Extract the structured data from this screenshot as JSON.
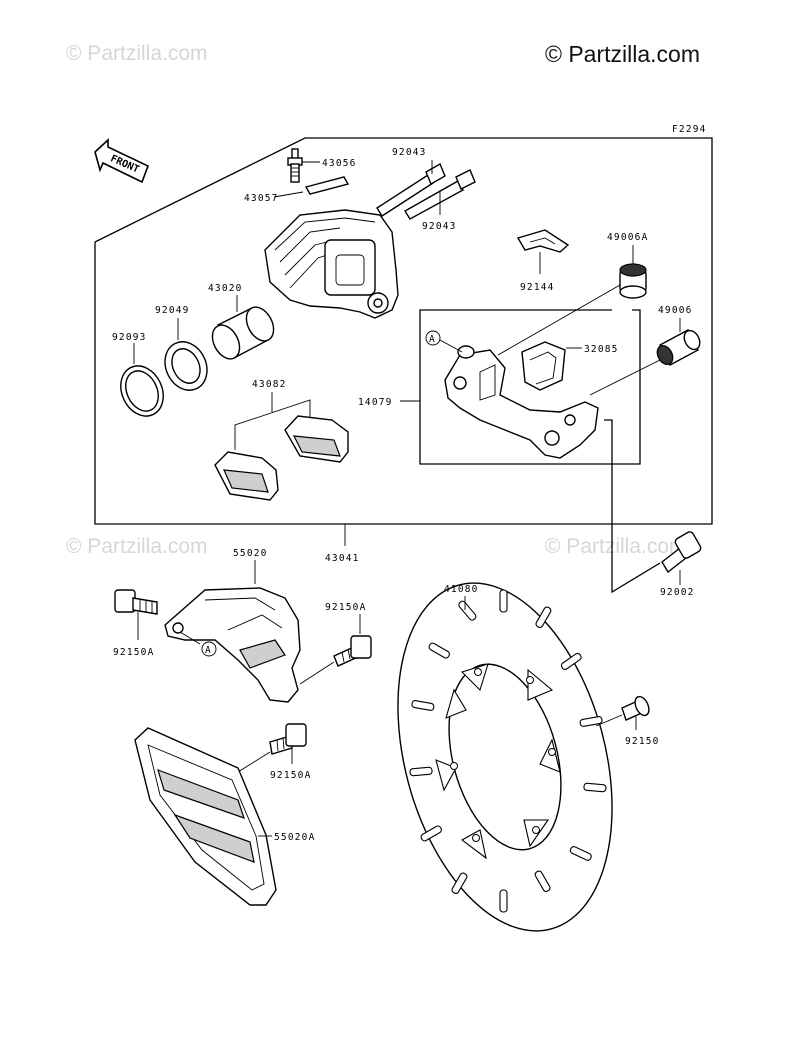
{
  "watermarks": {
    "main": "© Partzilla.com",
    "faint": "© Partzilla.com"
  },
  "figure_code": "F2294",
  "front_label": "FRONT",
  "callout_a": "A",
  "parts": {
    "p43056": "43056",
    "p43057": "43057",
    "p92043_top": "92043",
    "p92043_bottom": "92043",
    "p43020": "43020",
    "p92049": "92049",
    "p92093": "92093",
    "p92144": "92144",
    "p49006A": "49006A",
    "p49006": "49006",
    "p32085": "32085",
    "p14079": "14079",
    "p43082": "43082",
    "p43041": "43041",
    "p55020": "55020",
    "p92150A_left": "92150A",
    "p92150A_mid": "92150A",
    "p92150A_lower": "92150A",
    "p41080": "41080",
    "p92002": "92002",
    "p92150": "92150",
    "p55020A": "55020A"
  },
  "colors": {
    "line": "#000000",
    "watermark": "#d6d6d6"
  }
}
